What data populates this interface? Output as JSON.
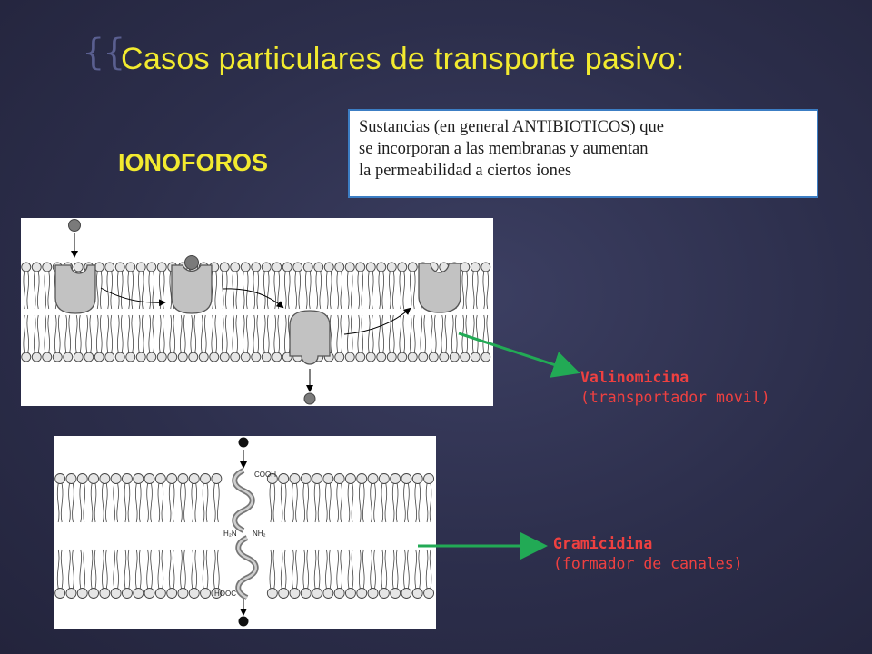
{
  "slide": {
    "title": "Casos particulares de transporte pasivo:",
    "subtitle": "IONOFOROS",
    "definition_lines": [
      "Sustancias  (en general ANTIBIOTICOS) que",
      "se incorporan a las membranas y aumentan",
      "la permeabilidad a ciertos iones"
    ]
  },
  "figures": {
    "valinomicina": {
      "name": "Valinomicina",
      "description": "(transportador movil)"
    },
    "gramicidina": {
      "name": "Gramicidina",
      "description": "(formador de canales)",
      "labels": [
        "COOH",
        "H₂N",
        "NH₂",
        "HOOC"
      ]
    }
  },
  "colors": {
    "title": "#f2ea2f",
    "label": "#ef4040",
    "arrow": "#22aa55",
    "box_border": "#3c7ec4"
  }
}
